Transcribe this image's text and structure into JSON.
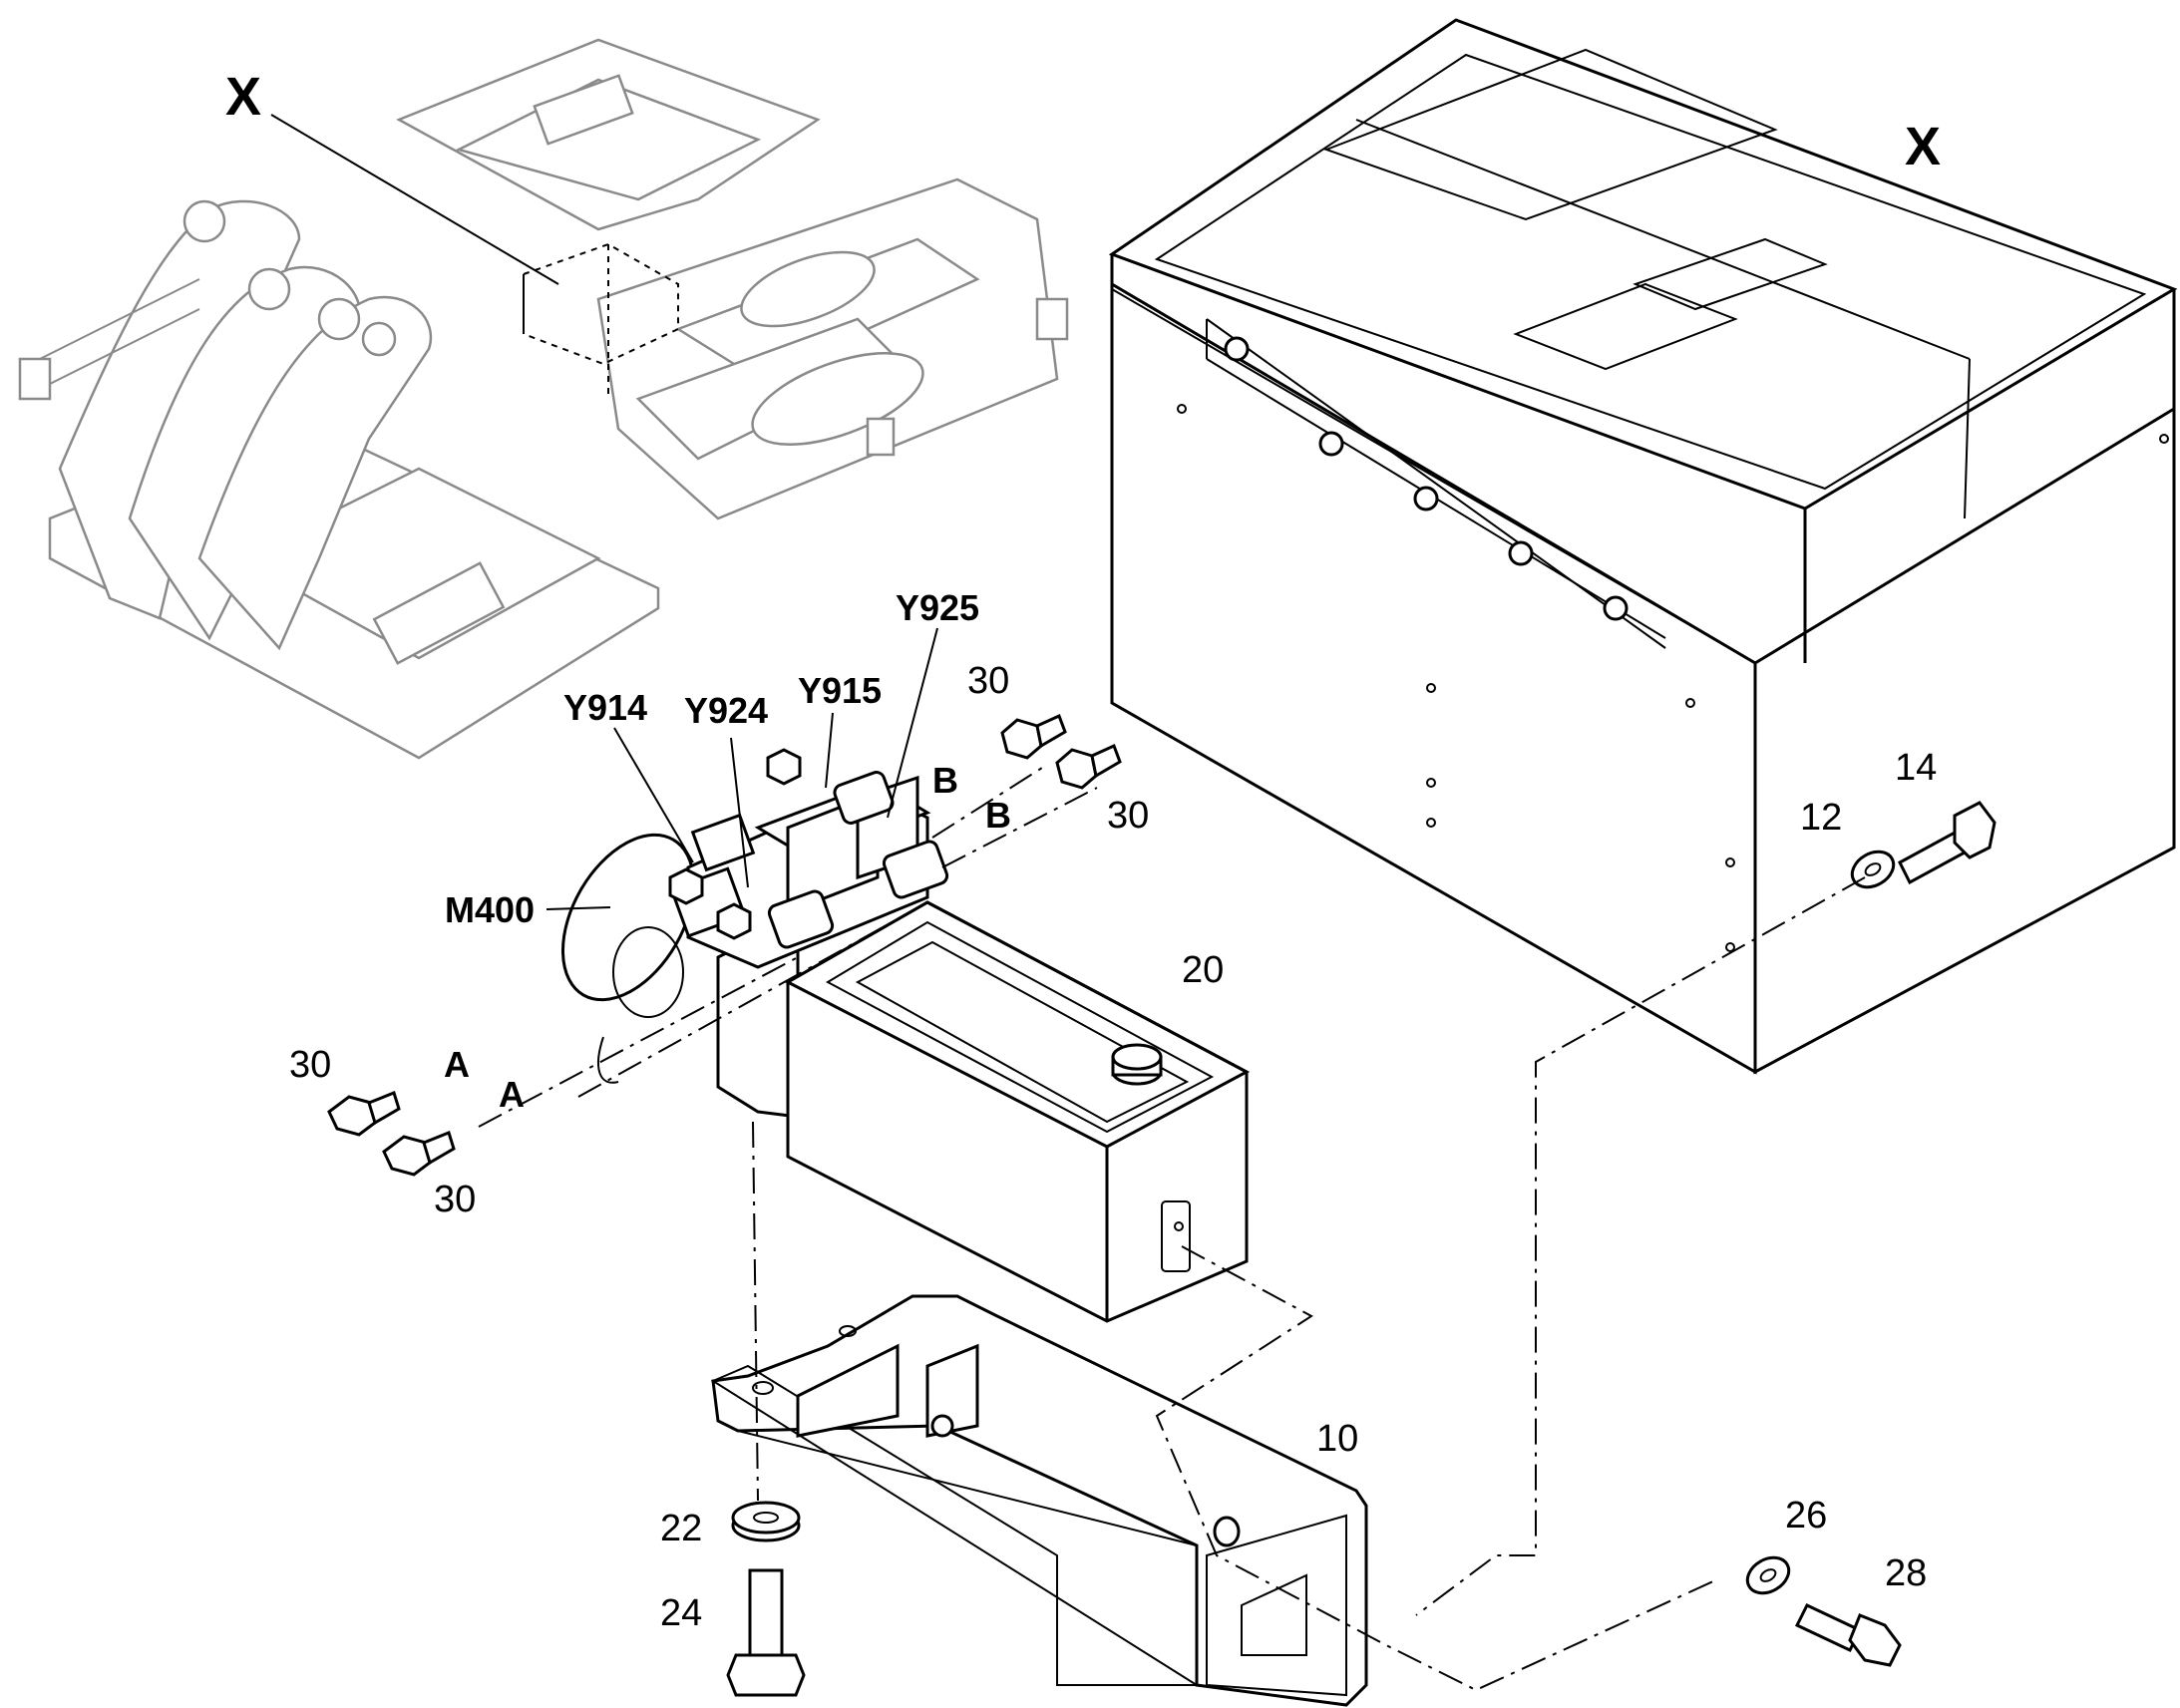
{
  "callouts": {
    "detail_marker_overview": "X",
    "detail_marker_box": "X",
    "y914": "Y914",
    "y924": "Y924",
    "y915": "Y915",
    "y925": "Y925",
    "m400": "M400",
    "port_a_1": "A",
    "port_a_2": "A",
    "port_b_1": "B",
    "port_b_2": "B"
  },
  "item_numbers": {
    "fitting_top_left": "30",
    "fitting_top_right": "30",
    "fitting_bottom_left_a": "30",
    "fitting_bottom_left_b": "30",
    "washer_box": "12",
    "bolt_box": "14",
    "tank": "20",
    "bracket": "10",
    "washer_bottom": "22",
    "bolt_bottom": "24",
    "washer_right": "26",
    "bolt_right": "28"
  }
}
